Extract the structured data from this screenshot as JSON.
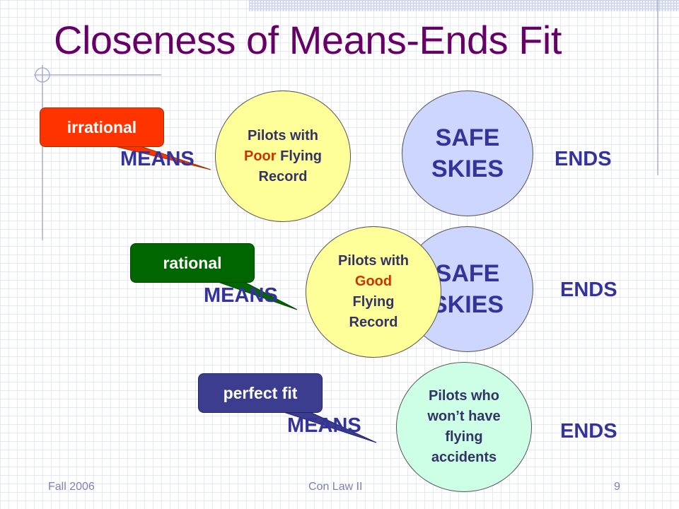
{
  "title": "Closeness of Means-Ends Fit",
  "rows": [
    {
      "callout": "irrational",
      "callout_color": "#ff3300",
      "means_label": "MEANS",
      "means_circle": [
        "Pilots with",
        "Poor Flying",
        "Record"
      ],
      "highlight_word": "Poor",
      "ends_circle": [
        "SAFE",
        "SKIES"
      ],
      "ends_label": "ENDS"
    },
    {
      "callout": "rational",
      "callout_color": "#006600",
      "means_label": "MEANS",
      "means_circle": [
        "Pilots with",
        "Good",
        "Flying",
        "Record"
      ],
      "highlight_word": "Good",
      "ends_circle": [
        "SAFE",
        "SKIES"
      ],
      "ends_label": "ENDS"
    },
    {
      "callout": "perfect fit",
      "callout_color": "#3d3d8f",
      "means_label": "MEANS",
      "means_circle": [
        "Pilots who",
        "won’t have",
        "flying",
        "accidents"
      ],
      "ends_label": "ENDS"
    }
  ],
  "highlight_color": "#cc3300",
  "footer": {
    "left": "Fall 2006",
    "center": "Con Law II",
    "right": "9"
  }
}
